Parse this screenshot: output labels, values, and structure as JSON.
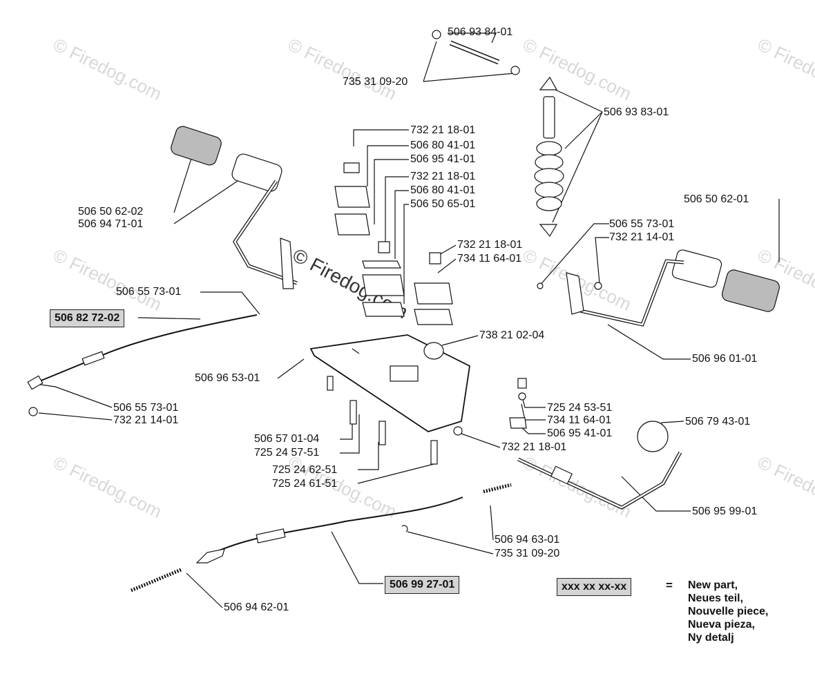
{
  "parts": {
    "p1": "506 93 84-01",
    "p2": "735 31 09-20",
    "p3": "506 93 83-01",
    "p4": "732 21 18-01",
    "p5": "506 80 41-01",
    "p6": "506 95 41-01",
    "p7": "732 21 18-01",
    "p8": "506 80 41-01",
    "p9": "506 50 65-01",
    "p10": "506 50 62-02",
    "p11": "506 94 71-01",
    "p12": "506 50 62-01",
    "p13": "506 55 73-01",
    "p14": "732 21 14-01",
    "p15": "732 21 18-01",
    "p16": "734 11 64-01",
    "p17": "506 55 73-01",
    "p18": "738 21 02-04",
    "p19": "506 96 01-01",
    "p20": "506 96 53-01",
    "p21": "506 55 73-01",
    "p22": "732 21 14-01",
    "p23": "725 24 53-51",
    "p24": "734 11 64-01",
    "p25": "506 95 41-01",
    "p26": "506 79 43-01",
    "p27": "506 57 01-04",
    "p28": "725 24 57-51",
    "p29": "732 21 18-01",
    "p30": "725 24 62-51",
    "p31": "725 24 61-51",
    "p32": "506 95 99-01",
    "p33": "506 94 63-01",
    "p34": "735 31 09-20",
    "p35": "506 94 62-01"
  },
  "new_parts": {
    "a": "506 82 72-02",
    "b": "506 99 27-01"
  },
  "legend": {
    "box": "xxx xx xx-xx",
    "eq": "=",
    "l1": "New part,",
    "l2": "Neues teil,",
    "l3": "Nouvelle piece,",
    "l4": "Nueva pieza,",
    "l5": "Ny detalj"
  },
  "watermark": "© Firedog.com"
}
